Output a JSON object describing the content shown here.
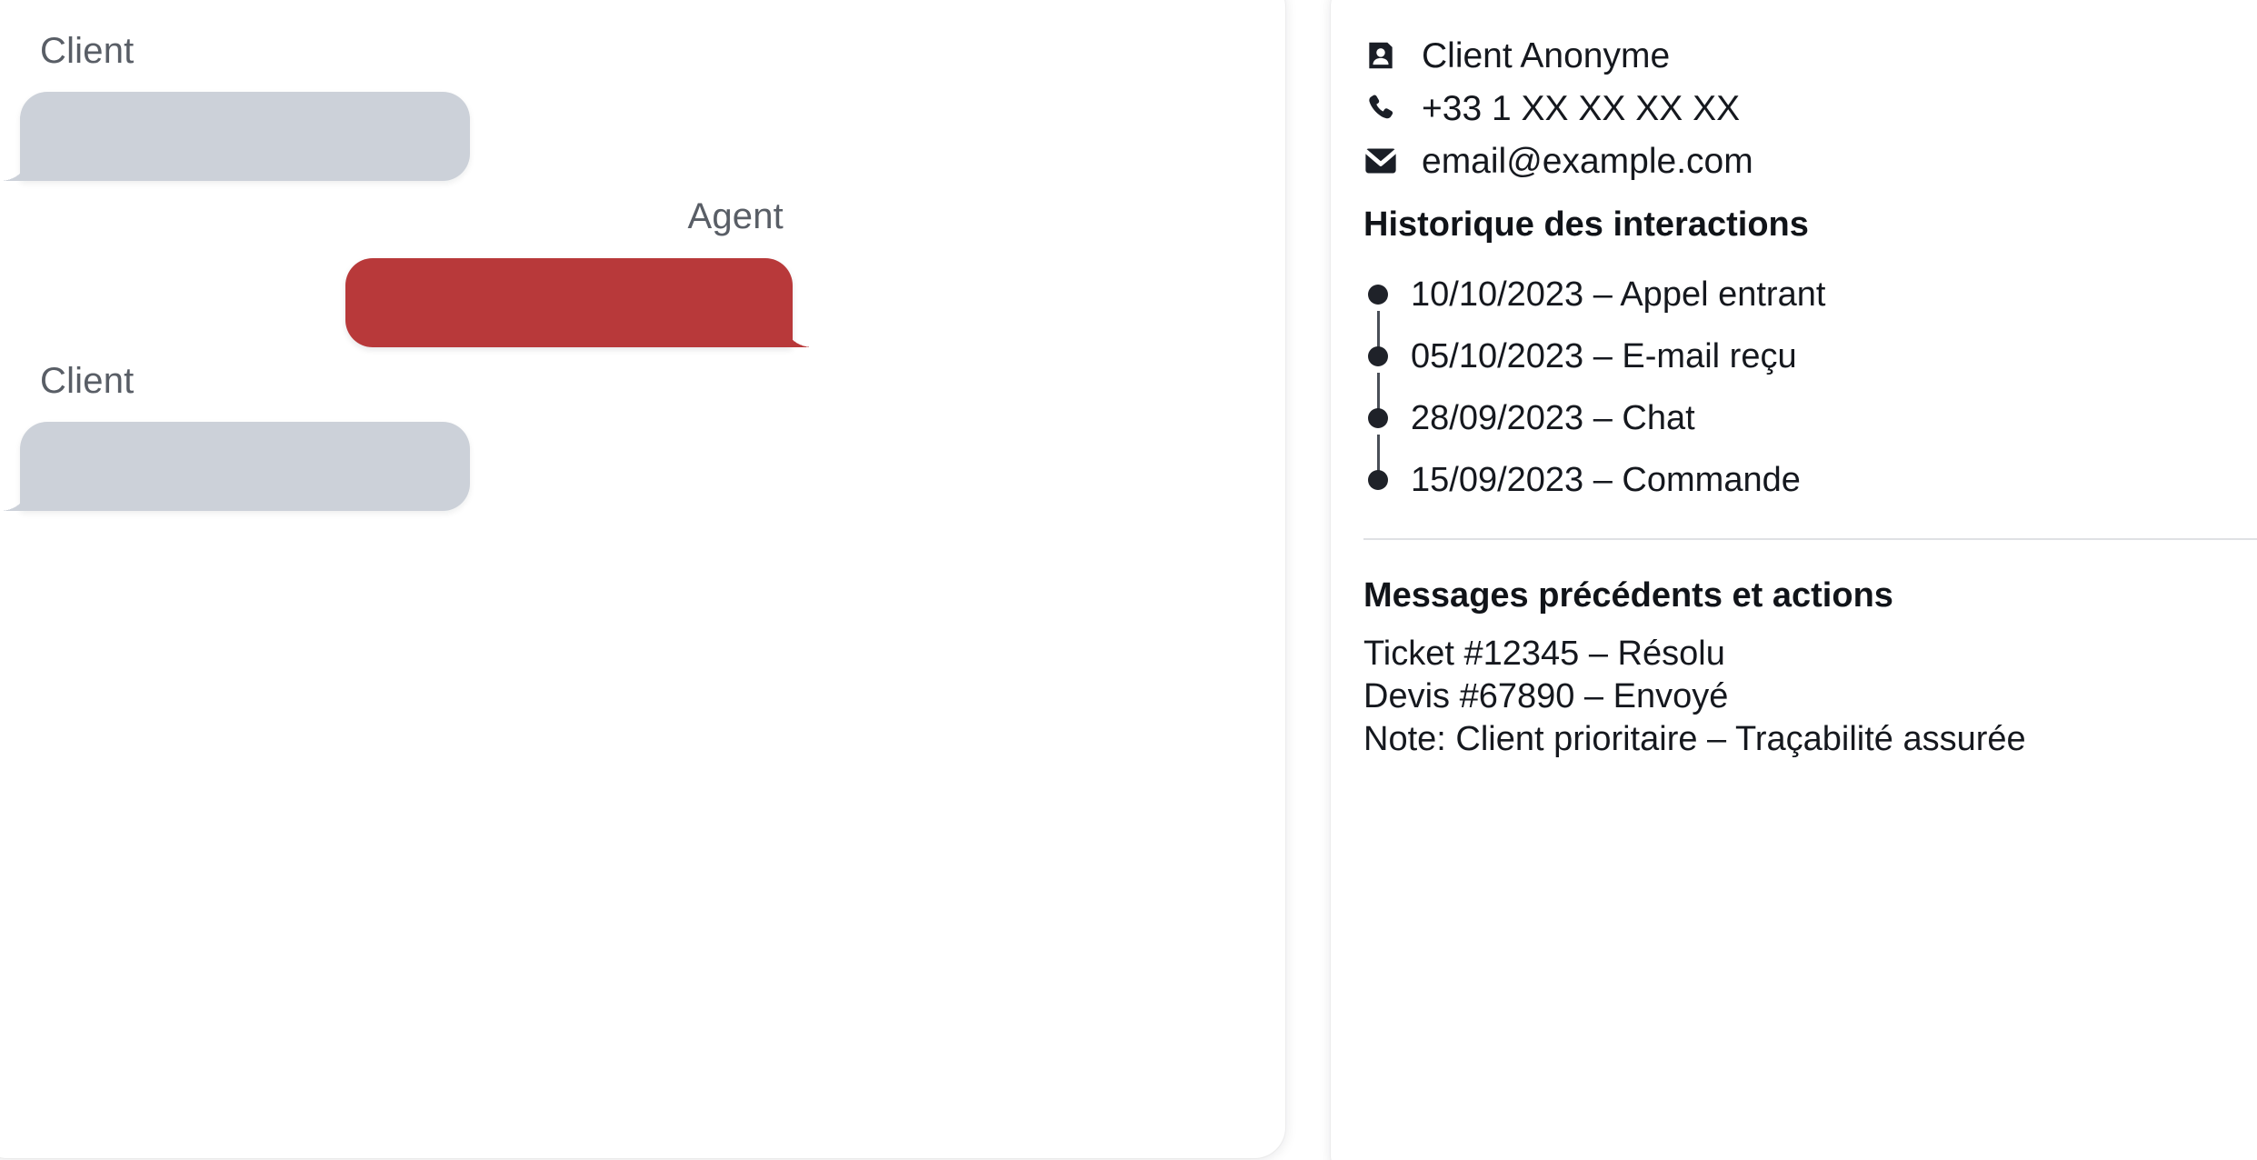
{
  "conversation": {
    "messages": [
      {
        "speaker_label": "Client",
        "role": "client",
        "icon": "speech-bubble-icon",
        "line_count": 2
      },
      {
        "speaker_label": "Agent",
        "role": "agent",
        "icon": "speech-bubble-icon",
        "line_count": 2
      },
      {
        "speaker_label": "Client",
        "role": "client",
        "icon": "speech-bubble-icon",
        "line_count": 2
      }
    ]
  },
  "customer": {
    "contact": [
      {
        "icon": "contact-card-icon",
        "value": "Client Anonyme"
      },
      {
        "icon": "phone-icon",
        "value": "+33 1 XX XX XX XX"
      },
      {
        "icon": "envelope-icon",
        "value": "email@example.com"
      }
    ],
    "history_heading": "Historique des interactions",
    "history": [
      {
        "date": "10/10/2023",
        "separator": "–",
        "event": "Appel entrant",
        "text": "10/10/2023 – Appel entrant"
      },
      {
        "date": "05/10/2023",
        "separator": "–",
        "event": "E-mail reçu",
        "text": "05/10/2023 – E-mail reçu"
      },
      {
        "date": "28/09/2023",
        "separator": "–",
        "event": "Chat",
        "text": "28/09/2023 – Chat"
      },
      {
        "date": "15/09/2023",
        "separator": "–",
        "event": "Commande",
        "text": "15/09/2023 – Commande"
      }
    ],
    "actions_heading": "Messages précédents et actions",
    "actions": [
      {
        "text": "Ticket #12345 – Résolu"
      },
      {
        "text": "Devis #67890 – Envoyé"
      },
      {
        "text": "Note: Client prioritaire – Traçabilité assurée"
      }
    ]
  },
  "colors": {
    "agent_bubble": "#b8393a",
    "client_bubble": "#ccd1d9",
    "client_line": "#1a1e26",
    "agent_line": "#ffffff",
    "label_text": "#595e66",
    "body_text": "#15181e",
    "timeline_dot": "#1f2229",
    "divider": "#dfe1e4",
    "card_background": "#ffffff"
  }
}
